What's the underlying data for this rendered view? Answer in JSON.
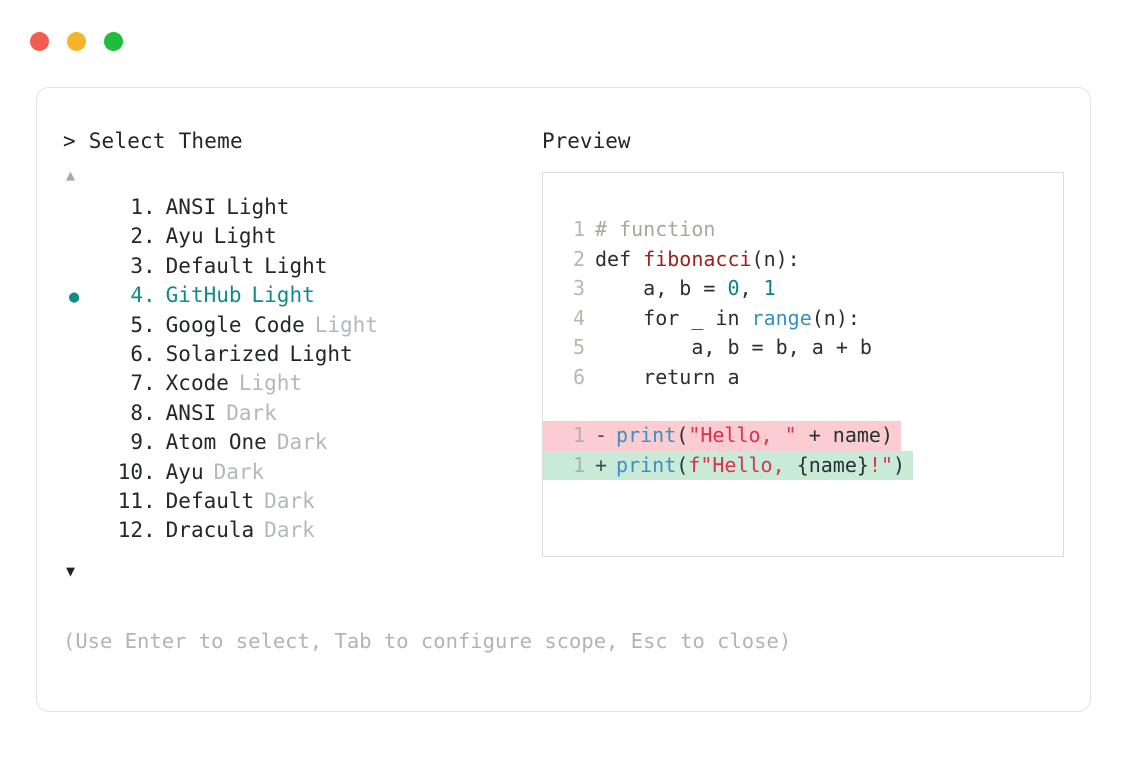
{
  "window": {
    "traffic_lights": [
      {
        "name": "close",
        "color": "#f45b52"
      },
      {
        "name": "minimize",
        "color": "#f5b429"
      },
      {
        "name": "maximize",
        "color": "#20bc3a"
      }
    ]
  },
  "picker": {
    "prompt_caret": ">",
    "prompt_label": "Select Theme",
    "scroll_up_glyph": "▲",
    "scroll_down_glyph": "▼",
    "selected_bullet": "●",
    "selected_index": 4,
    "accent_color": "#128a8c",
    "items": [
      {
        "num": "1.",
        "name": "ANSI",
        "variant": "Light",
        "variant_muted": false,
        "selected": false
      },
      {
        "num": "2.",
        "name": "Ayu",
        "variant": "Light",
        "variant_muted": false,
        "selected": false
      },
      {
        "num": "3.",
        "name": "Default",
        "variant": "Light",
        "variant_muted": false,
        "selected": false
      },
      {
        "num": "4.",
        "name": "GitHub",
        "variant": "Light",
        "variant_muted": false,
        "selected": true
      },
      {
        "num": "5.",
        "name": "Google Code",
        "variant": "Light",
        "variant_muted": true,
        "selected": false
      },
      {
        "num": "6.",
        "name": "Solarized",
        "variant": "Light",
        "variant_muted": false,
        "selected": false
      },
      {
        "num": "7.",
        "name": "Xcode",
        "variant": "Light",
        "variant_muted": true,
        "selected": false
      },
      {
        "num": "8.",
        "name": "ANSI",
        "variant": "Dark",
        "variant_muted": true,
        "selected": false
      },
      {
        "num": "9.",
        "name": "Atom One",
        "variant": "Dark",
        "variant_muted": true,
        "selected": false
      },
      {
        "num": "10.",
        "name": "Ayu",
        "variant": "Dark",
        "variant_muted": true,
        "selected": false
      },
      {
        "num": "11.",
        "name": "Default",
        "variant": "Dark",
        "variant_muted": true,
        "selected": false
      },
      {
        "num": "12.",
        "name": "Dracula",
        "variant": "Dark",
        "variant_muted": true,
        "selected": false
      }
    ]
  },
  "hint": "(Use Enter to select, Tab to configure scope, Esc to close)",
  "preview": {
    "title": "Preview",
    "code_lines": [
      {
        "num": "1",
        "tokens": [
          {
            "t": "# function",
            "c": "tok-comment"
          }
        ]
      },
      {
        "num": "2",
        "tokens": [
          {
            "t": "def ",
            "c": "tok-kw"
          },
          {
            "t": "fibonacci",
            "c": "tok-fn"
          },
          {
            "t": "(n):",
            "c": "tok-plain"
          }
        ]
      },
      {
        "num": "3",
        "tokens": [
          {
            "t": "    a, b = ",
            "c": "tok-plain"
          },
          {
            "t": "0",
            "c": "tok-num"
          },
          {
            "t": ", ",
            "c": "tok-plain"
          },
          {
            "t": "1",
            "c": "tok-num"
          }
        ]
      },
      {
        "num": "4",
        "tokens": [
          {
            "t": "    for _ in ",
            "c": "tok-plain"
          },
          {
            "t": "range",
            "c": "tok-builtin"
          },
          {
            "t": "(n):",
            "c": "tok-plain"
          }
        ]
      },
      {
        "num": "5",
        "tokens": [
          {
            "t": "        a, b = b, a + b",
            "c": "tok-plain"
          }
        ]
      },
      {
        "num": "6",
        "tokens": [
          {
            "t": "    return a",
            "c": "tok-plain"
          }
        ]
      }
    ],
    "diff_lines": [
      {
        "num": "1",
        "sign": "-",
        "kind": "diff-del",
        "bg": "#fbccd1",
        "tokens": [
          {
            "t": "print",
            "c": "tok-builtin"
          },
          {
            "t": "(",
            "c": "tok-plain"
          },
          {
            "t": "\"Hello, \"",
            "c": "tok-str"
          },
          {
            "t": " + name)",
            "c": "tok-plain"
          }
        ]
      },
      {
        "num": "1",
        "sign": "+",
        "kind": "diff-add",
        "bg": "#c8ead7",
        "tokens": [
          {
            "t": "print",
            "c": "tok-builtin"
          },
          {
            "t": "(",
            "c": "tok-plain"
          },
          {
            "t": "f\"Hello, ",
            "c": "tok-str"
          },
          {
            "t": "{name}",
            "c": "tok-brace"
          },
          {
            "t": "!\"",
            "c": "tok-bang"
          },
          {
            "t": ")",
            "c": "tok-plain"
          }
        ]
      }
    ]
  }
}
